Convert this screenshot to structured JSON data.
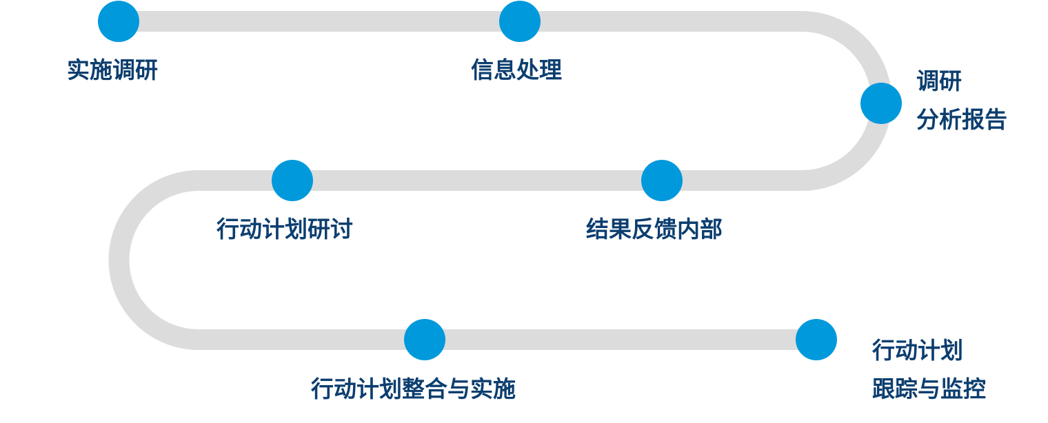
{
  "colors": {
    "track": "#dcdcdc",
    "node": "#0099dc",
    "label": "#0c3e6f",
    "background": "#ffffff"
  },
  "steps": [
    {
      "lines": [
        "实施调研"
      ]
    },
    {
      "lines": [
        "信息处理"
      ]
    },
    {
      "lines": [
        "调研",
        "分析报告"
      ]
    },
    {
      "lines": [
        "结果反馈内部"
      ]
    },
    {
      "lines": [
        "行动计划研讨"
      ]
    },
    {
      "lines": [
        "行动计划整合与实施"
      ]
    },
    {
      "lines": [
        "行动计划",
        "跟踪与监控"
      ]
    }
  ]
}
